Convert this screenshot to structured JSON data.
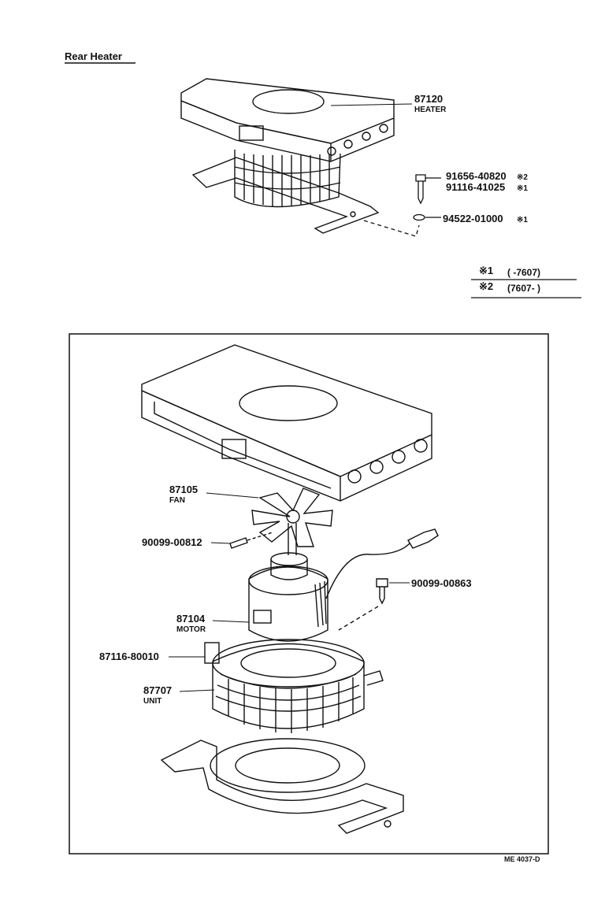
{
  "title": "Rear Heater",
  "upper_parts": {
    "heater_pn": "87120",
    "heater_name": "HEATER",
    "screw1_pn": "91656-40820",
    "screw1_mark": "※2",
    "screw2_pn": "91116-41025",
    "screw2_mark": "※1",
    "washer_pn": "94522-01000",
    "washer_mark": "※1"
  },
  "notes": {
    "note1_mark": "※1",
    "note1_text": "(      -7607)",
    "note2_mark": "※2",
    "note2_text": "(7607-      )"
  },
  "lower_parts": {
    "fan_pn": "87105",
    "fan_name": "FAN",
    "setscrew_pn": "90099-00812",
    "bolt_pn": "90099-00863",
    "motor_pn": "87104",
    "motor_name": "MOTOR",
    "bracket_pn": "87116-80010",
    "unit_pn": "87707",
    "unit_name": "UNIT"
  },
  "figure_code": "ME 4037-D"
}
